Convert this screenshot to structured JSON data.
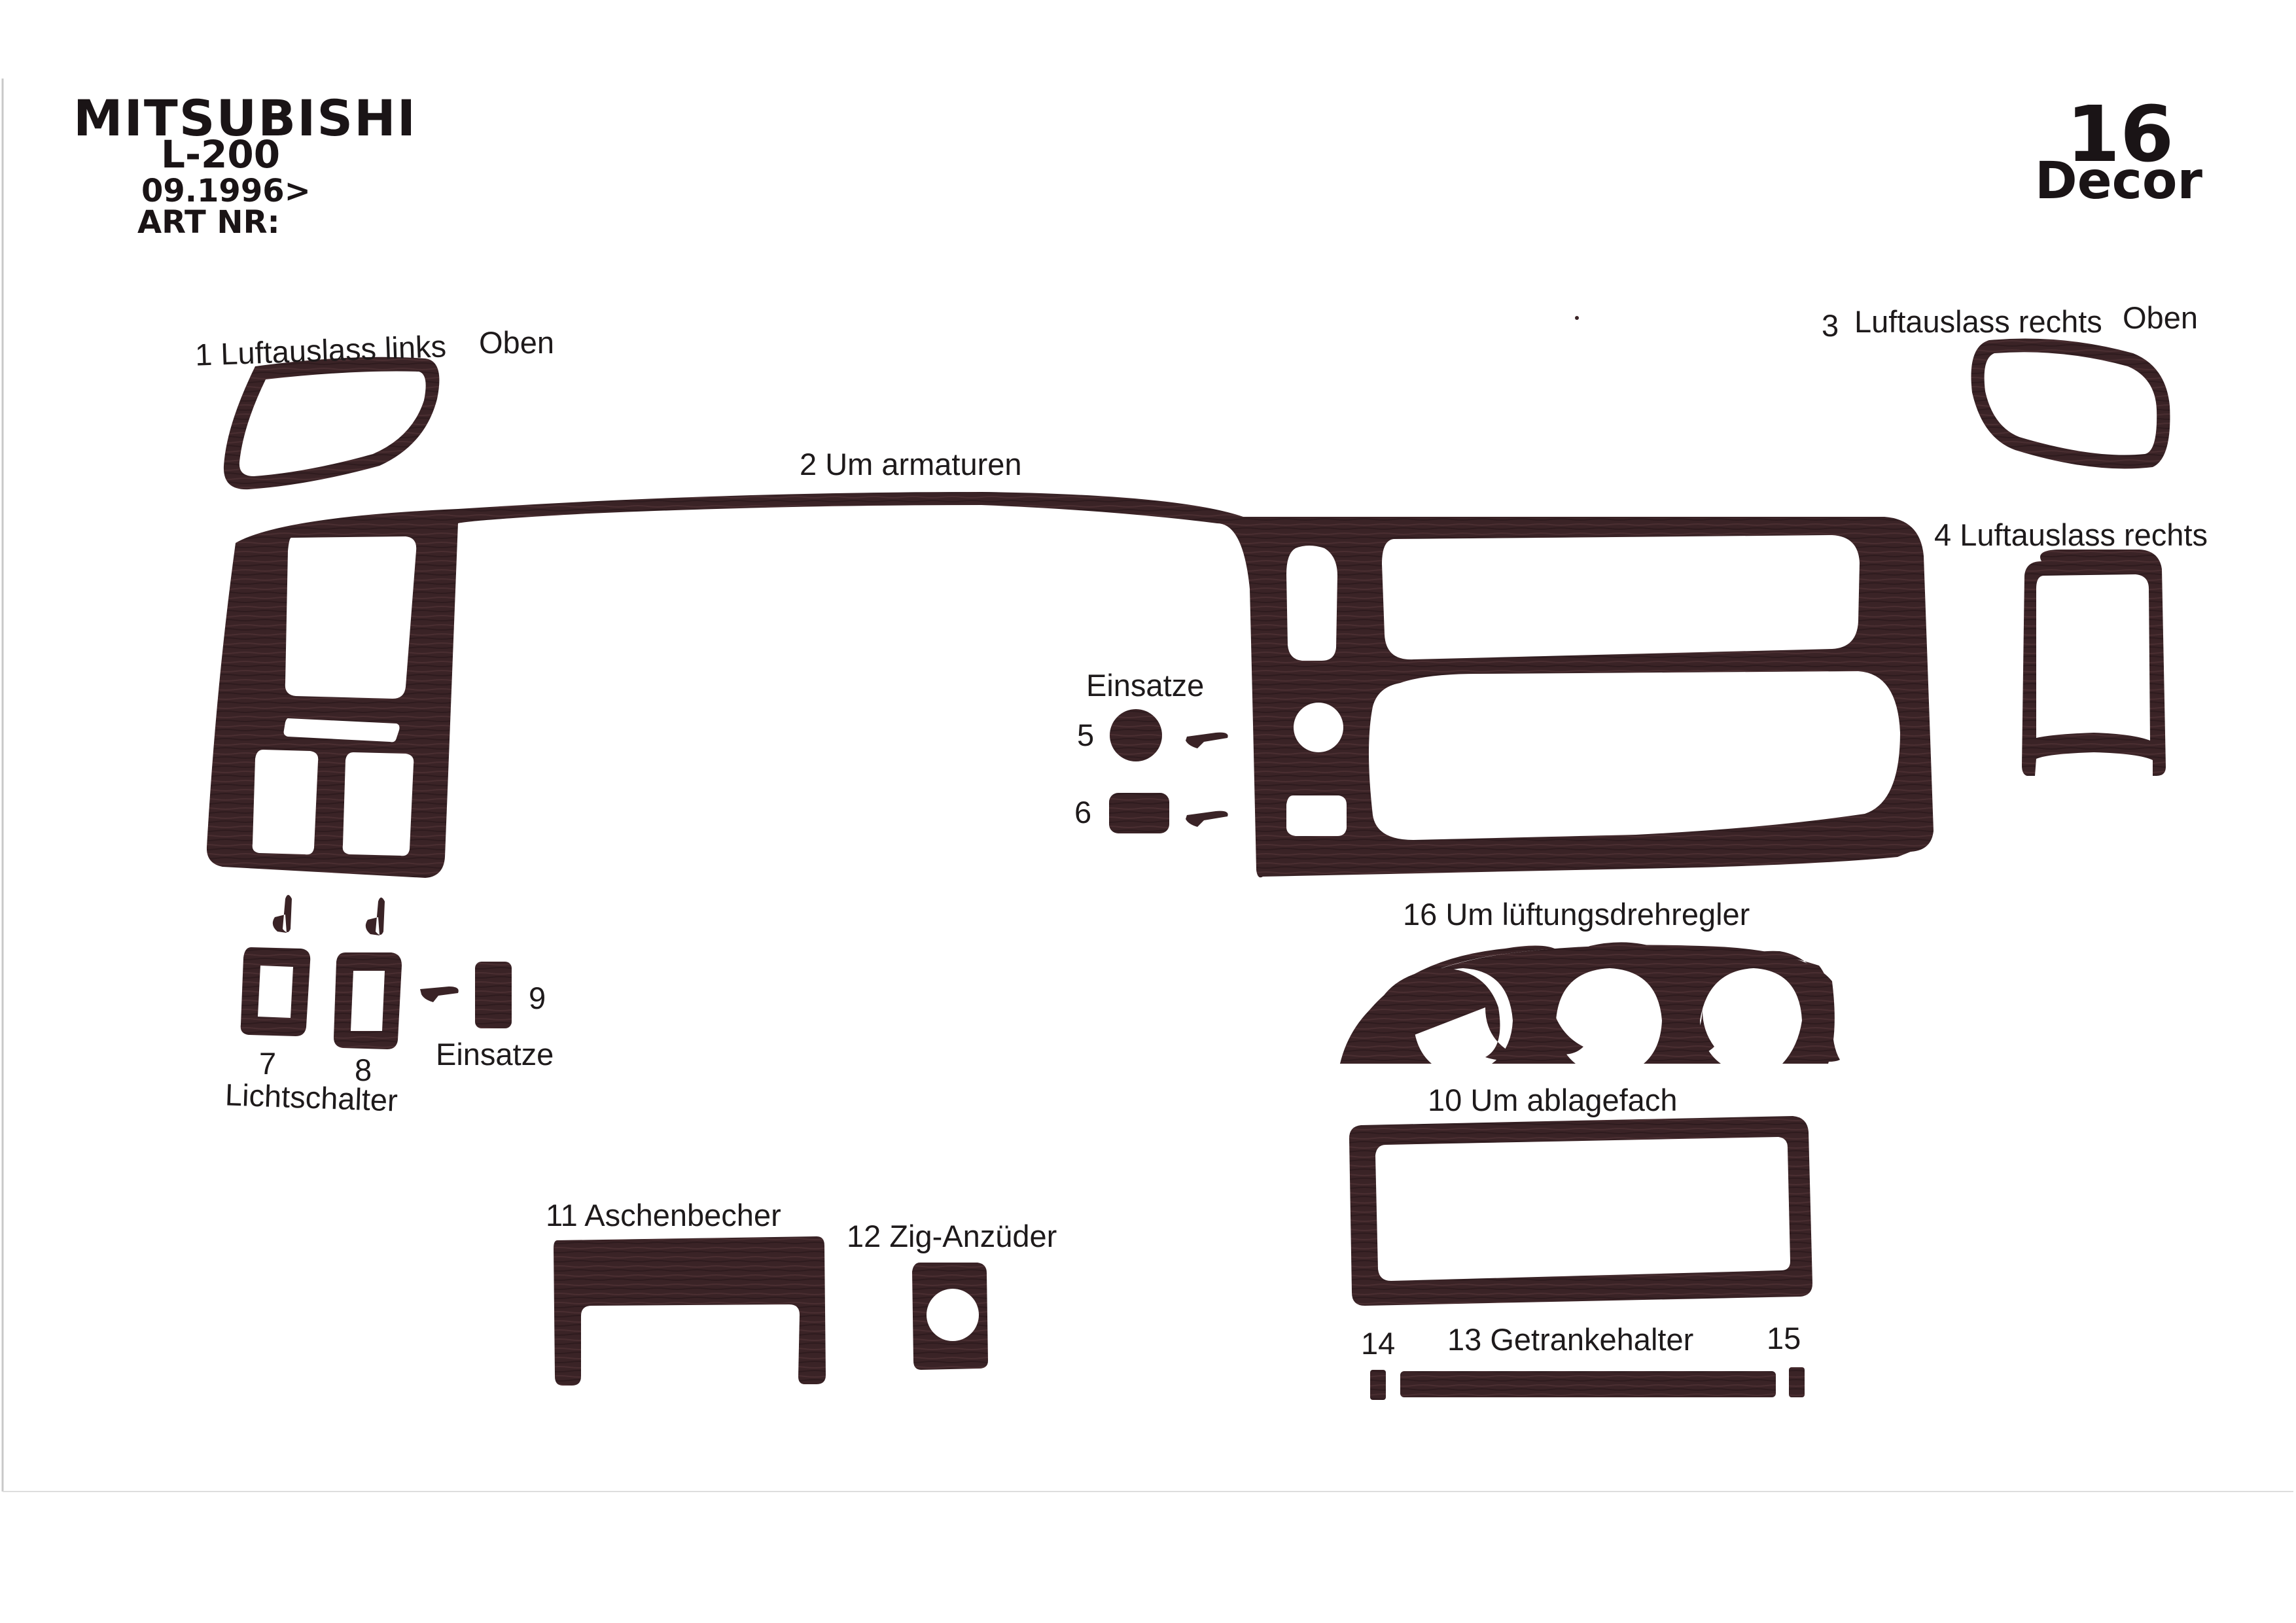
{
  "header": {
    "brand": "MITSUBISHI",
    "model": "L-200",
    "date": "09.1996>",
    "art_nr": "ART NR:",
    "piece_count": "16",
    "finish": "Decor"
  },
  "colors": {
    "wood": "#3a2326",
    "wood_highlight": "#5a3a3c",
    "text": "#1e1a1b",
    "background": "#ffffff"
  },
  "labels": {
    "p1": "1 Luftauslass links",
    "p1_oben": "Oben",
    "p2": "2 Um armaturen",
    "p3_num": "3",
    "p3": "Luftauslass rechts",
    "p3_oben": "Oben",
    "p4": "4 Luftauslass rechts",
    "einsatze_top": "Einsatze",
    "p5": "5",
    "p6": "6",
    "p7": "7",
    "p8": "8",
    "p9": "9",
    "lichtschalter": "Lichtschalter",
    "einsatze_bottom": "Einsatze",
    "p16": "16  Um lüftungsdrehregler",
    "p10": "10 Um ablagefach",
    "p11": "11 Aschenbecher",
    "p12": "12 Zig-Anzüder",
    "p13": "13 Getrankehalter",
    "p14": "14",
    "p15": "15"
  }
}
